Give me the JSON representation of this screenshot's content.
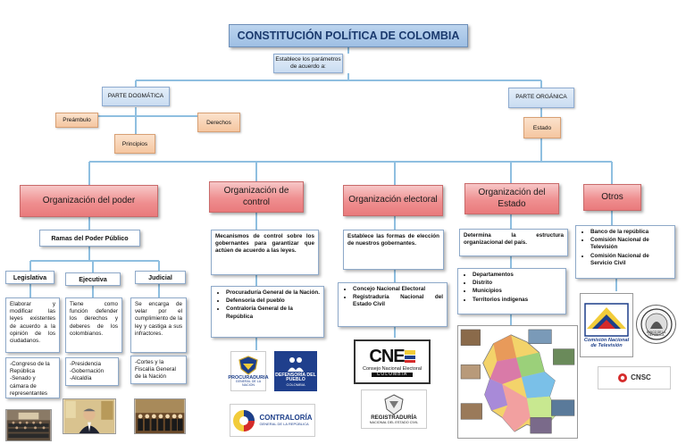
{
  "title": "CONSTITUCIÓN POLÍTICA DE COLOMBIA",
  "establece": "Establece los parámetros de acuerdo a:",
  "parte_dogmatica": {
    "label": "PARTE DOGMÁTICA",
    "preambulo": "Preámbulo",
    "derechos": "Derechos",
    "principios": "Principios"
  },
  "parte_organica": {
    "label": "PARTE ORGÁNICA",
    "estado": "Estado"
  },
  "org_poder": {
    "title": "Organización del poder",
    "ramas": "Ramas del Poder Público",
    "legislativa": {
      "label": "Legislativa",
      "desc": "Elaborar y modificar las leyes existentes de acuerdo a la opinión de los ciudadanos.",
      "items": [
        "-Congreso de la República",
        "-Senado y cámara de representantes"
      ]
    },
    "ejecutiva": {
      "label": "Ejecutiva",
      "desc": "Tiene como función defender los derechos y deberes de los colombianos.",
      "items": [
        "-Presidencia",
        "-Gobernación",
        "-Alcaldía"
      ]
    },
    "judicial": {
      "label": "Judicial",
      "desc": "Se encarga de velar por el cumplimiento de la ley y castiga a sus infractores.",
      "items": [
        "-Cortes y la Fiscalía General de la Nación"
      ]
    }
  },
  "org_control": {
    "title": "Organización de control",
    "desc": "Mecanismos de control sobre los gobernantes para garantizar que actúen de acuerdo a las leyes.",
    "items": [
      "Procuraduría General de la Nación.",
      "Defensoría del pueblo",
      "Contraloría General de la República"
    ],
    "logo_procuraduria": "PROCURADURIA",
    "logo_procuraduria_sub": "GENERAL DE LA NACION",
    "logo_defensoria": "DEFENSORÍA DEL PUEBLO",
    "logo_defensoria_sub": "COLOMBIA",
    "logo_contraloria": "CONTRALORÍA",
    "logo_contraloria_sub": "GENERAL DE LA REPÚBLICA"
  },
  "org_electoral": {
    "title": "Organización electoral",
    "desc": "Establece las formas de elección de nuestros gobernantes.",
    "items": [
      "Concejo Nacional Electoral",
      "Registraduría Nacional del Estado Civil"
    ],
    "logo_cne_main": "CNE",
    "logo_cne_name": "Consejo Nacional Electoral",
    "logo_cne_country": "COLOMBIA",
    "logo_reg_main": "REGISTRADURÍA",
    "logo_reg_sub": "NACIONAL DEL ESTADO CIVIL"
  },
  "org_estado": {
    "title": "Organización del Estado",
    "desc": "Determina la estructura organizacional del país.",
    "items": [
      "Departamentos",
      "Distrito",
      "Municipios",
      "Territorios indígenas"
    ]
  },
  "otros": {
    "title": "Otros",
    "items": [
      "Banco de la república",
      "Comisión Nacional de Televisión",
      "Comisión Nacional de Servicio Civil"
    ],
    "logo_cntv": "Comisión Nacional de Televisión",
    "logo_banco": "BANCO DE LA REPÚBLICA",
    "logo_cnsc": "CNSC"
  },
  "colors": {
    "line": "#8fbfe0",
    "red_box": "#ef8f90",
    "title_box": "#9ebfe4",
    "peach": "#f5c6a0"
  }
}
